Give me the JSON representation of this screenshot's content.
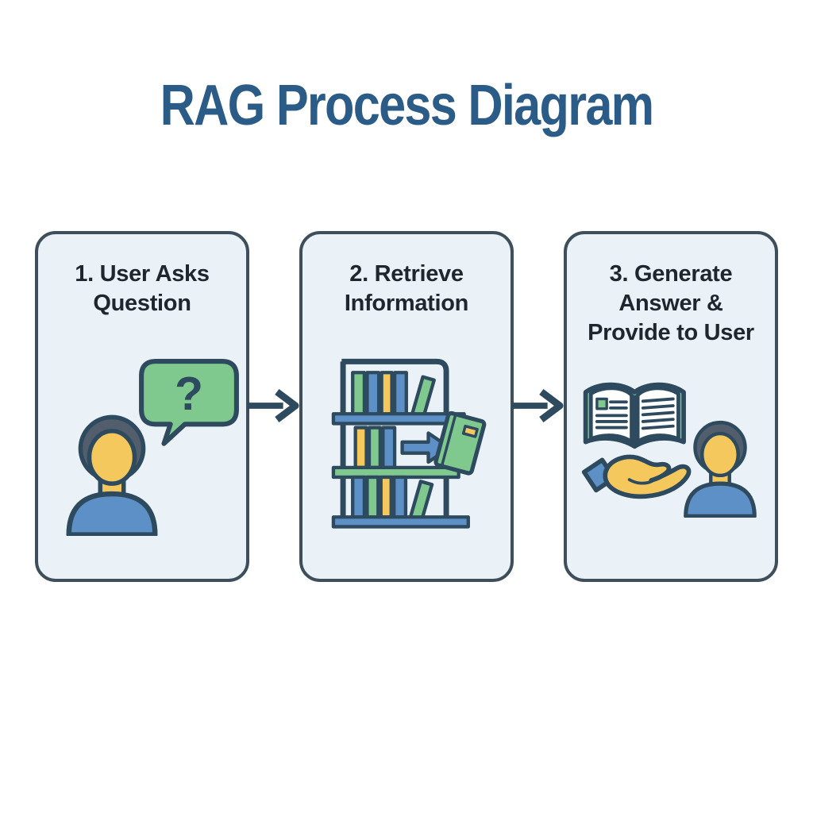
{
  "title": {
    "text": "RAG Process Diagram"
  },
  "steps": [
    {
      "number": "1",
      "heading": "1. User Asks Question",
      "heading_lines": [
        "1. User Asks",
        "Question"
      ],
      "icons": [
        "question-speech-bubble-icon",
        "user-icon"
      ],
      "bubble_glyph": "?"
    },
    {
      "number": "2",
      "heading": "2. Retrieve Information",
      "heading_lines": [
        "2. Retrieve",
        "Information"
      ],
      "icons": [
        "bookshelf-icon",
        "retrieve-arrow-icon",
        "retrieved-book-icon"
      ]
    },
    {
      "number": "3",
      "heading": "3. Generate Answer & Provide to User",
      "heading_lines": [
        "3. Generate",
        "Answer &",
        "Provide to User"
      ],
      "icons": [
        "open-book-icon",
        "giving-hand-icon",
        "user-icon"
      ]
    }
  ],
  "connectors": [
    {
      "from": "step-1",
      "to": "step-2",
      "type": "arrow-right"
    },
    {
      "from": "step-2",
      "to": "step-3",
      "type": "arrow-right"
    }
  ],
  "colors": {
    "background": "#ffffff",
    "title-text": "#2b5c88",
    "heading-text": "#20262e",
    "card-bg": "#eaf1f7",
    "card-border": "#3e4e5b",
    "ink": "#2e4a5e",
    "green": "#7fc98f",
    "yellow": "#f5c85d",
    "blue": "#5e90c8",
    "hair": "#525e6c",
    "page-white": "#fdfefe"
  }
}
